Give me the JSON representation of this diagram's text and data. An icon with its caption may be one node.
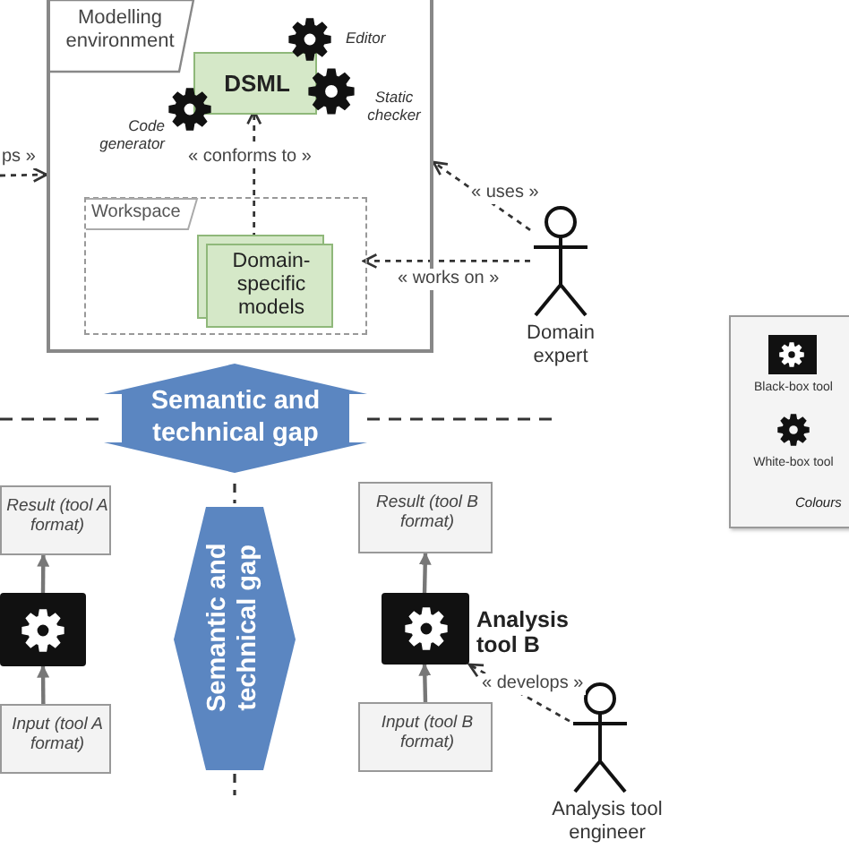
{
  "diagram": {
    "nodes": [
      {
        "text": [
          "Modelling environment"
        ]
      },
      {
        "text": [
          "DSML"
        ],
        "in": 0
      },
      {
        "text": [
          "Workspace"
        ],
        "in": 0
      },
      {
        "text": [
          "Domain-specific models"
        ],
        "in": 2
      },
      {
        "text": [
          "Domain expert"
        ]
      },
      {
        "text": [
          "Semantic and technical gap"
        ]
      },
      {
        "text": [
          "Semantic and technical gap"
        ]
      },
      {
        "text": [
          "Result (tool A format)"
        ]
      },
      {
        "text": [],
        "shape": "box"
      },
      {
        "text": [
          "Input (tool A format)"
        ]
      },
      {
        "text": [
          "Result (tool B format)"
        ]
      },
      {
        "text": [],
        "shape": "box",
        "beside": [
          "Analysis tool B"
        ]
      },
      {
        "text": [
          "Input (tool B format)"
        ]
      },
      {
        "text": [
          "Analysis tool engineer"
        ]
      }
    ],
    "edges": [
      {
        "from": null,
        "to": 0,
        "arrow": "to",
        "label": "ps »",
        "style": "dashed"
      },
      {
        "from": 3,
        "to": 1,
        "arrow": "to",
        "label": "« conforms to »",
        "style": "dashed"
      },
      {
        "from": 4,
        "to": 0,
        "arrow": "to",
        "label": "« uses »",
        "style": "dashed"
      },
      {
        "from": 4,
        "to": 2,
        "arrow": "to",
        "label": "« works on »",
        "style": "dashed"
      },
      {
        "from": 9,
        "to": 8,
        "arrow": "to",
        "color": "#777777"
      },
      {
        "from": 8,
        "to": 7,
        "arrow": "to",
        "color": "#777777"
      },
      {
        "from": 12,
        "to": 11,
        "arrow": "to",
        "color": "#777777"
      },
      {
        "from": 11,
        "to": 10,
        "arrow": "to",
        "color": "#777777"
      },
      {
        "from": 13,
        "to": 11,
        "arrow": "to",
        "label": "« develops »",
        "style": "dashed"
      }
    ],
    "labels": [
      "Editor",
      "Static checker",
      "Code generator",
      "Colours"
    ],
    "legend": [
      {
        "text": "Black-box tool"
      },
      {
        "text": "White-box tool"
      }
    ]
  }
}
